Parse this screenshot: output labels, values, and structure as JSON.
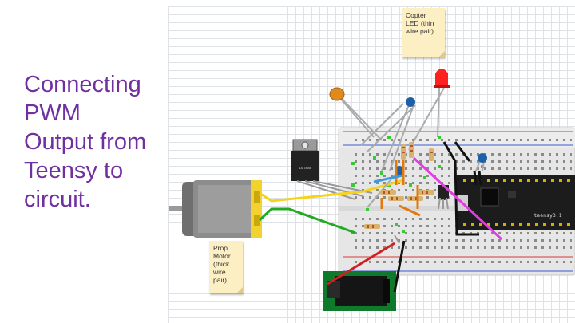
{
  "slide": {
    "title_lines": [
      "Connecting",
      "PWM",
      "Output from",
      "Teensy to",
      "circuit."
    ]
  },
  "notes": {
    "led": [
      "Copter",
      "LED (thin",
      "wire pair)"
    ],
    "motor": [
      "Prop",
      "Motor",
      "(thick",
      "wire",
      "pair)"
    ]
  },
  "components": {
    "teensy_label": "teensy3.1",
    "regulator_label": "LM7805"
  },
  "colors": {
    "title": "#7030a0",
    "breadboard": "#e6e6e6",
    "teensy_board": "#1c1c1c",
    "motor_body": "#7f7f7f",
    "motor_terminal": "#f2d22e",
    "wire_yellow": "#f5d31a",
    "wire_green": "#22aa22",
    "wire_red": "#d02020",
    "wire_magenta": "#e33ae3",
    "wire_orange": "#e07a10",
    "wire_black": "#111111",
    "led": "#ff2020",
    "capacitor_blue": "#1d5fa8",
    "capacitor_orange": "#e08a1e",
    "jack_board": "#0f7a2c",
    "note": "#fcefc4"
  }
}
